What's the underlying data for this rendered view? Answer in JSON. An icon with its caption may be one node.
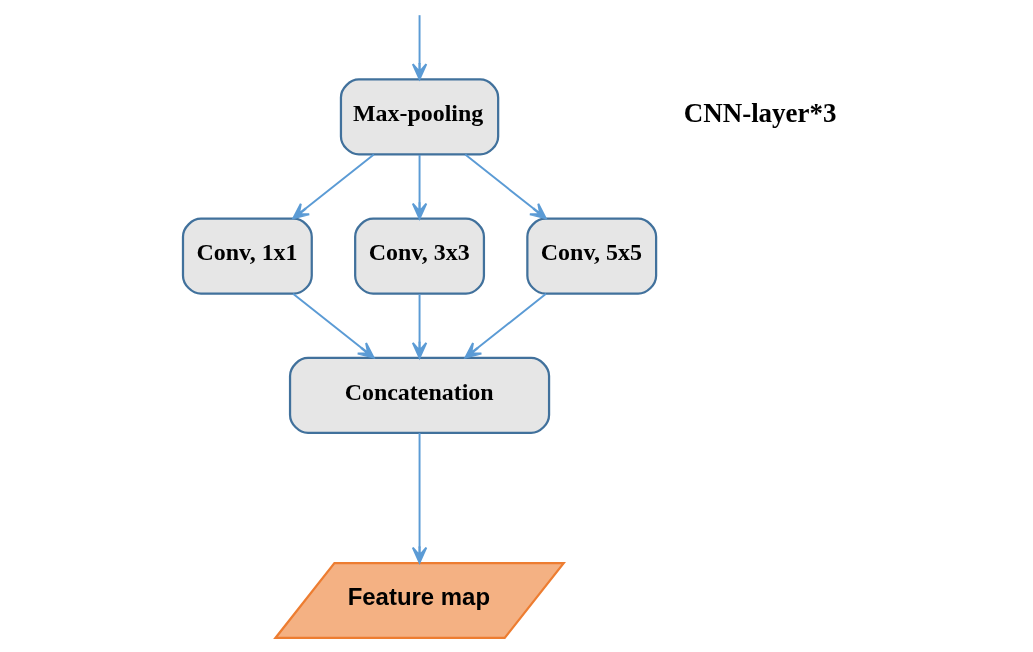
{
  "diagram": {
    "nodes": [
      {
        "text": [
          "Max-pooling"
        ]
      },
      {
        "text": [
          "Conv, 1x1"
        ]
      },
      {
        "text": [
          "Conv, 3x3"
        ]
      },
      {
        "text": [
          "Conv, 5x5"
        ]
      },
      {
        "text": [
          "Concatenation"
        ]
      },
      {
        "text": [
          "Feature map"
        ]
      }
    ],
    "edges": [
      {
        "from": null,
        "to": 0,
        "arrow": "to"
      },
      {
        "from": 0,
        "to": 1,
        "arrow": "to"
      },
      {
        "from": 0,
        "to": 2,
        "arrow": "to"
      },
      {
        "from": 0,
        "to": 3,
        "arrow": "to"
      },
      {
        "from": 1,
        "to": 4,
        "arrow": "to"
      },
      {
        "from": 2,
        "to": 4,
        "arrow": "to"
      },
      {
        "from": 3,
        "to": 4,
        "arrow": "to"
      },
      {
        "from": 4,
        "to": 5,
        "arrow": "to"
      }
    ],
    "labels": [
      "CNN-layer*3"
    ]
  }
}
